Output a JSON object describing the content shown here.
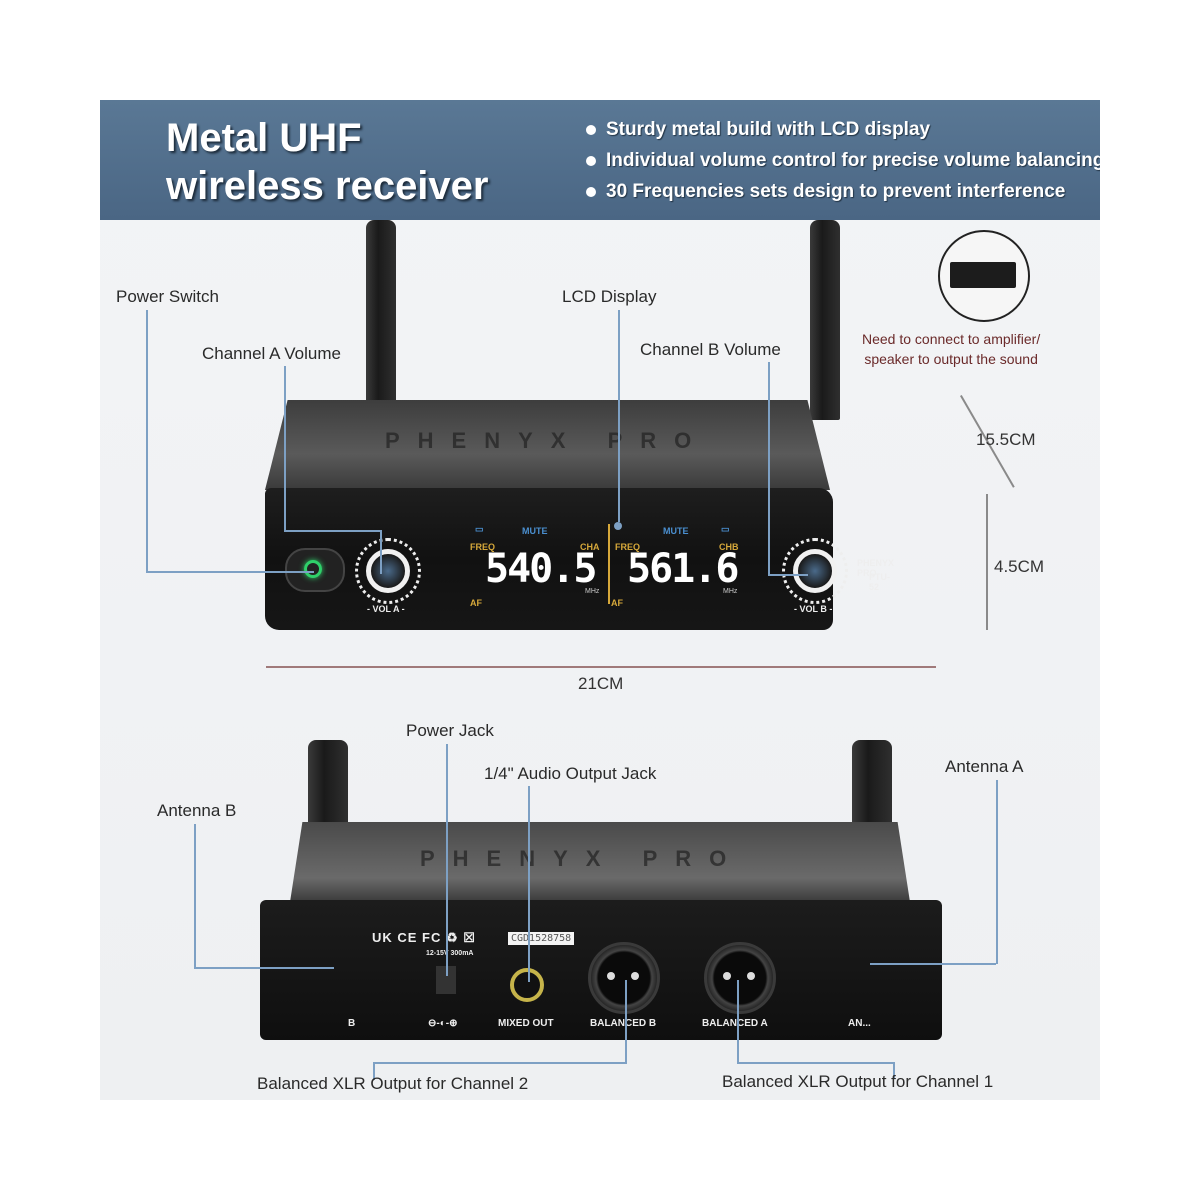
{
  "banner": {
    "title_line1": "Metal UHF",
    "title_line2": "wireless receiver",
    "bullets": [
      "Sturdy metal build with LCD display",
      "Individual volume control for precise volume balancing",
      "30 Frequencies sets design to prevent interference"
    ]
  },
  "front_labels": {
    "power_switch": "Power Switch",
    "channel_a_volume": "Channel A Volume",
    "lcd_display": "LCD Display",
    "channel_b_volume": "Channel B Volume"
  },
  "amp_note": {
    "line1": "Need to connect to amplifier/",
    "line2": "speaker to output the sound"
  },
  "dimensions": {
    "depth": "15.5CM",
    "height": "4.5CM",
    "width": "21CM"
  },
  "device_front": {
    "lid_brand": "PHENYX PRO",
    "vol_a": "- VOL A -",
    "vol_b": "- VOL B -",
    "brand": "PHENYX PRO",
    "model": "PTU-52",
    "channel_a": {
      "freq_label": "FREQ",
      "af_label": "AF",
      "mute": "MUTE",
      "ch": "CHA",
      "frequency": "540.5",
      "unit": "MHz"
    },
    "channel_b": {
      "freq_label": "FREQ",
      "af_label": "AF",
      "mute": "MUTE",
      "ch": "CHB",
      "frequency": "561.6",
      "unit": "MHz"
    }
  },
  "rear_labels": {
    "power_jack": "Power Jack",
    "audio_output_jack": "1/4\" Audio Output Jack",
    "antenna_a": "Antenna A",
    "antenna_b": "Antenna B",
    "xlr_ch2": "Balanced XLR Output for Channel 2",
    "xlr_ch1": "Balanced XLR Output for Channel 1"
  },
  "device_rear": {
    "lid_brand": "PHENYX PRO",
    "certs": "UK CE FC ♻ ☒",
    "serial": "CGD1528758",
    "power_spec": "12-15V 300mA",
    "dc_label": "⊖-◐-⊕",
    "mixed_out": "MIXED OUT",
    "balanced_b": "BALANCED B",
    "balanced_a": "BALANCED A",
    "ant_a": "AN...",
    "ant_b": "B"
  },
  "colors": {
    "banner": "#4e6a88",
    "callout_line": "#7da0c4",
    "lcd_amber": "#d6a83a",
    "lcd_blue": "#4a8fd0",
    "power_led": "#2fd06a"
  }
}
